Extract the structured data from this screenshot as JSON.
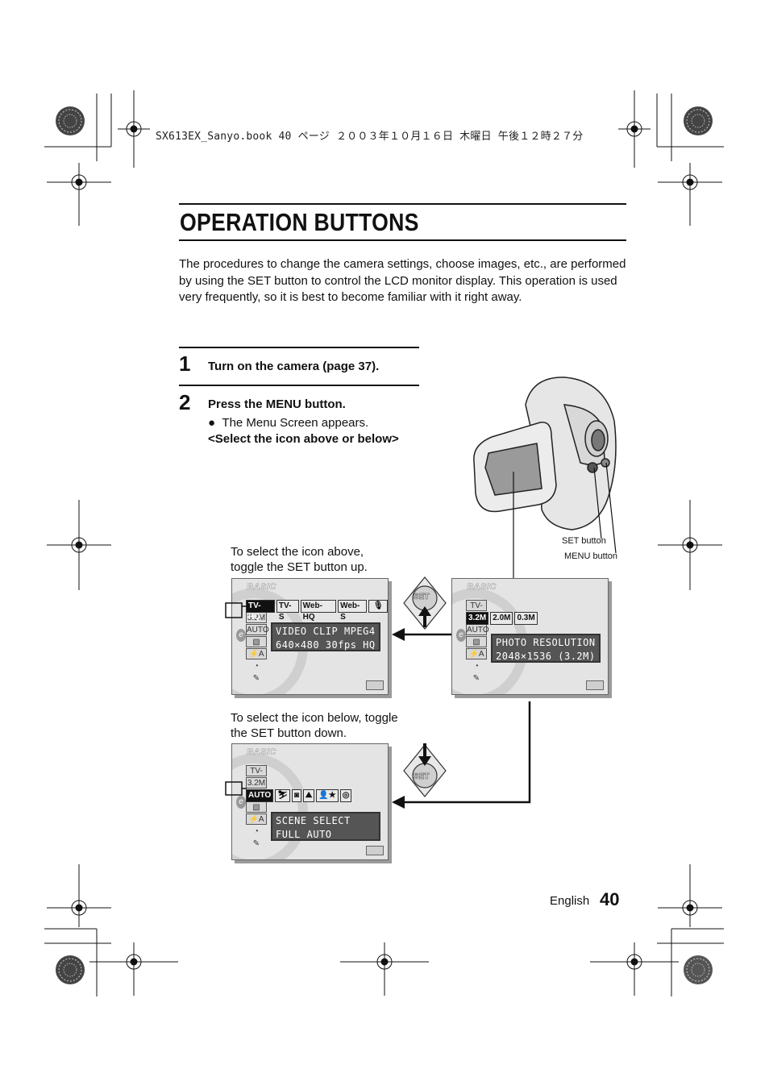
{
  "header": {
    "line": "SX613EX_Sanyo.book  40 ページ  ２００３年１０月１６日  木曜日  午後１２時２７分"
  },
  "title": "OPERATION BUTTONS",
  "intro": "The procedures to change the camera settings, choose images, etc., are performed by using the SET button to control the LCD monitor display. This operation is used very frequently, so it is best to become familiar with it right away.",
  "steps": [
    {
      "number": "1",
      "text": "Turn on the camera (page 37)."
    },
    {
      "number": "2",
      "text": "Press the MENU button."
    }
  ],
  "bullet": "The Menu Screen appears.",
  "subheading": "<Select the icon above or below>",
  "camera_labels": {
    "set": "SET button",
    "menu": "MENU button"
  },
  "captions": {
    "above": "To select the icon above, toggle the SET button up.",
    "below": "To select the icon below, toggle the SET button down."
  },
  "lcd_common": {
    "brand": "BASIC",
    "icons": [
      "TV-HQ",
      "3.2M",
      "AUTO",
      "▧",
      "⚡A",
      "◔",
      "✎"
    ]
  },
  "lcd_up": {
    "options": [
      "TV-HQ",
      "TV-S",
      "Web-HQ",
      "Web-S",
      "🎙"
    ],
    "info": [
      "VIDEO CLIP MPEG4",
      "640×480 30fps HQ"
    ]
  },
  "lcd_center": {
    "options": [
      "3.2M",
      "2.0M",
      "0.3M"
    ],
    "info": [
      "PHOTO RESOLUTION",
      "2048×1536 (3.2M)"
    ]
  },
  "lcd_down": {
    "options": [
      "AUTO",
      "⛷",
      "◙",
      "⛰",
      "👤★",
      "◎"
    ],
    "info": [
      "SCENE SELECT",
      "FULL AUTO"
    ]
  },
  "set_label": "SET",
  "footer": {
    "language": "English",
    "page": "40"
  }
}
